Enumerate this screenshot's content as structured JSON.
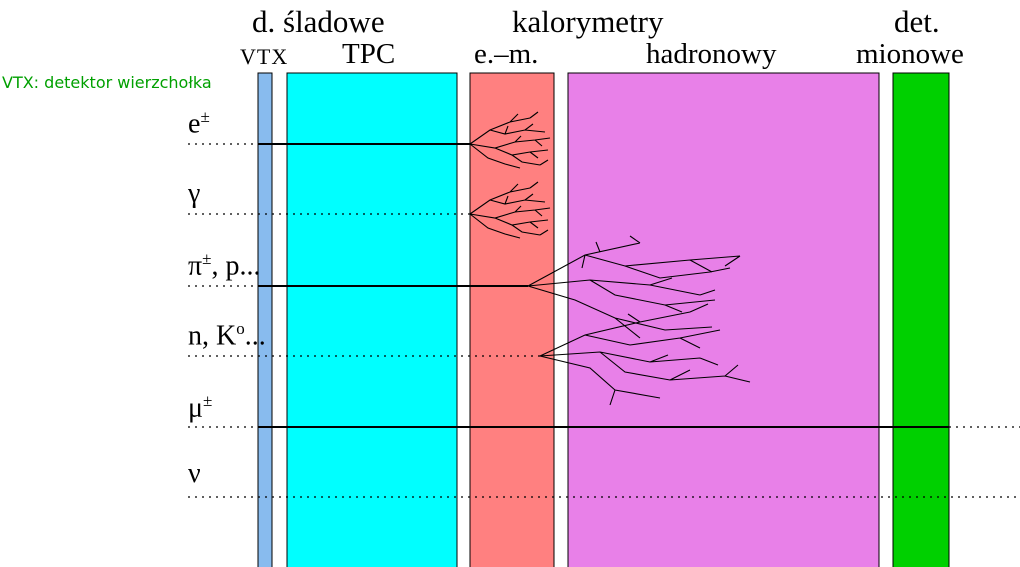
{
  "header": {
    "tracking_title": "d. śladowe",
    "calorimeters_title": "kalorymetry",
    "muon_title_line1": "det.",
    "muon_title_line2": "mionowe"
  },
  "subheaders": {
    "vtx": "VTX",
    "tpc": "TPC",
    "em": "e.–m.",
    "hadronic": "hadronowy"
  },
  "note": {
    "text": "VTX: detektor wierzchołka",
    "color": "#00a000"
  },
  "particles": {
    "electron": {
      "base": "e",
      "sup": "±"
    },
    "photon": {
      "base": "γ",
      "sup": ""
    },
    "charged_hadron": {
      "base": "π",
      "sup": "±",
      "tail": ", p..."
    },
    "neutral_hadron": {
      "base": "n, K",
      "sup": "o",
      "tail": "..."
    },
    "muon": {
      "base": "μ",
      "sup": "±"
    },
    "neutrino": {
      "base": "ν",
      "sup": ""
    }
  },
  "colors": {
    "vtx": "#88bbee",
    "tpc": "#00ffff",
    "em": "#ff8080",
    "hadronic": "#e880e8",
    "muon": "#00d000",
    "note": "#00a000"
  }
}
